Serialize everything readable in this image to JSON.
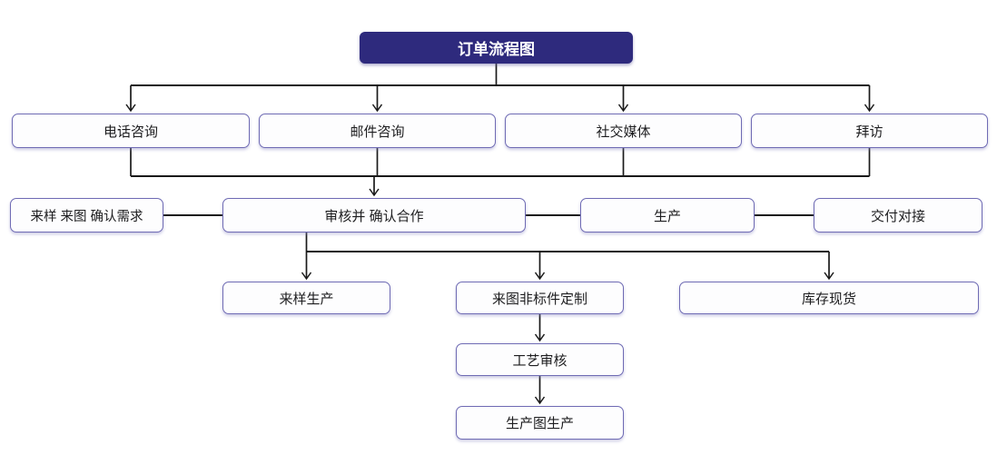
{
  "diagram": {
    "type": "flowchart",
    "title": "订单流程图",
    "nodes": {
      "root": {
        "label": "订单流程图"
      },
      "phone": {
        "label": "电话咨询"
      },
      "email": {
        "label": "邮件咨询"
      },
      "social": {
        "label": "社交媒体"
      },
      "visit": {
        "label": "拜访"
      },
      "sample_drawing_confirm": {
        "label": "来样 来图 确认需求"
      },
      "review_confirm": {
        "label": "审核并 确认合作"
      },
      "production": {
        "label": "生产"
      },
      "delivery": {
        "label": "交付对接"
      },
      "sample_production": {
        "label": "来样生产"
      },
      "custom_nonstandard": {
        "label": "来图非标件定制"
      },
      "stock": {
        "label": "库存现货"
      },
      "process_review": {
        "label": "工艺审核"
      },
      "production_drawing": {
        "label": "生产图生产"
      }
    },
    "edges": [
      {
        "from": "root",
        "to": "phone",
        "arrow": true
      },
      {
        "from": "root",
        "to": "email",
        "arrow": true
      },
      {
        "from": "root",
        "to": "social",
        "arrow": true
      },
      {
        "from": "root",
        "to": "visit",
        "arrow": true
      },
      {
        "from": "phone",
        "to": "review_confirm",
        "arrow": true
      },
      {
        "from": "email",
        "to": "review_confirm",
        "arrow": true
      },
      {
        "from": "social",
        "to": "review_confirm",
        "arrow": true
      },
      {
        "from": "visit",
        "to": "review_confirm",
        "arrow": true
      },
      {
        "from": "sample_drawing_confirm",
        "to": "review_confirm",
        "arrow": false
      },
      {
        "from": "review_confirm",
        "to": "production",
        "arrow": false
      },
      {
        "from": "production",
        "to": "delivery",
        "arrow": false
      },
      {
        "from": "review_confirm",
        "to": "sample_production",
        "arrow": true
      },
      {
        "from": "review_confirm",
        "to": "custom_nonstandard",
        "arrow": true
      },
      {
        "from": "review_confirm",
        "to": "stock",
        "arrow": true
      },
      {
        "from": "custom_nonstandard",
        "to": "process_review",
        "arrow": true
      },
      {
        "from": "process_review",
        "to": "production_drawing",
        "arrow": true
      }
    ],
    "colors": {
      "root_bg": "#2e2a7d",
      "root_text": "#ffffff",
      "box_bg": "#fdfdfe",
      "box_border": "#6f6bb4",
      "box_text": "#1d1d1f",
      "connector": "#1a1a1a",
      "page_bg": "#ffffff"
    }
  }
}
